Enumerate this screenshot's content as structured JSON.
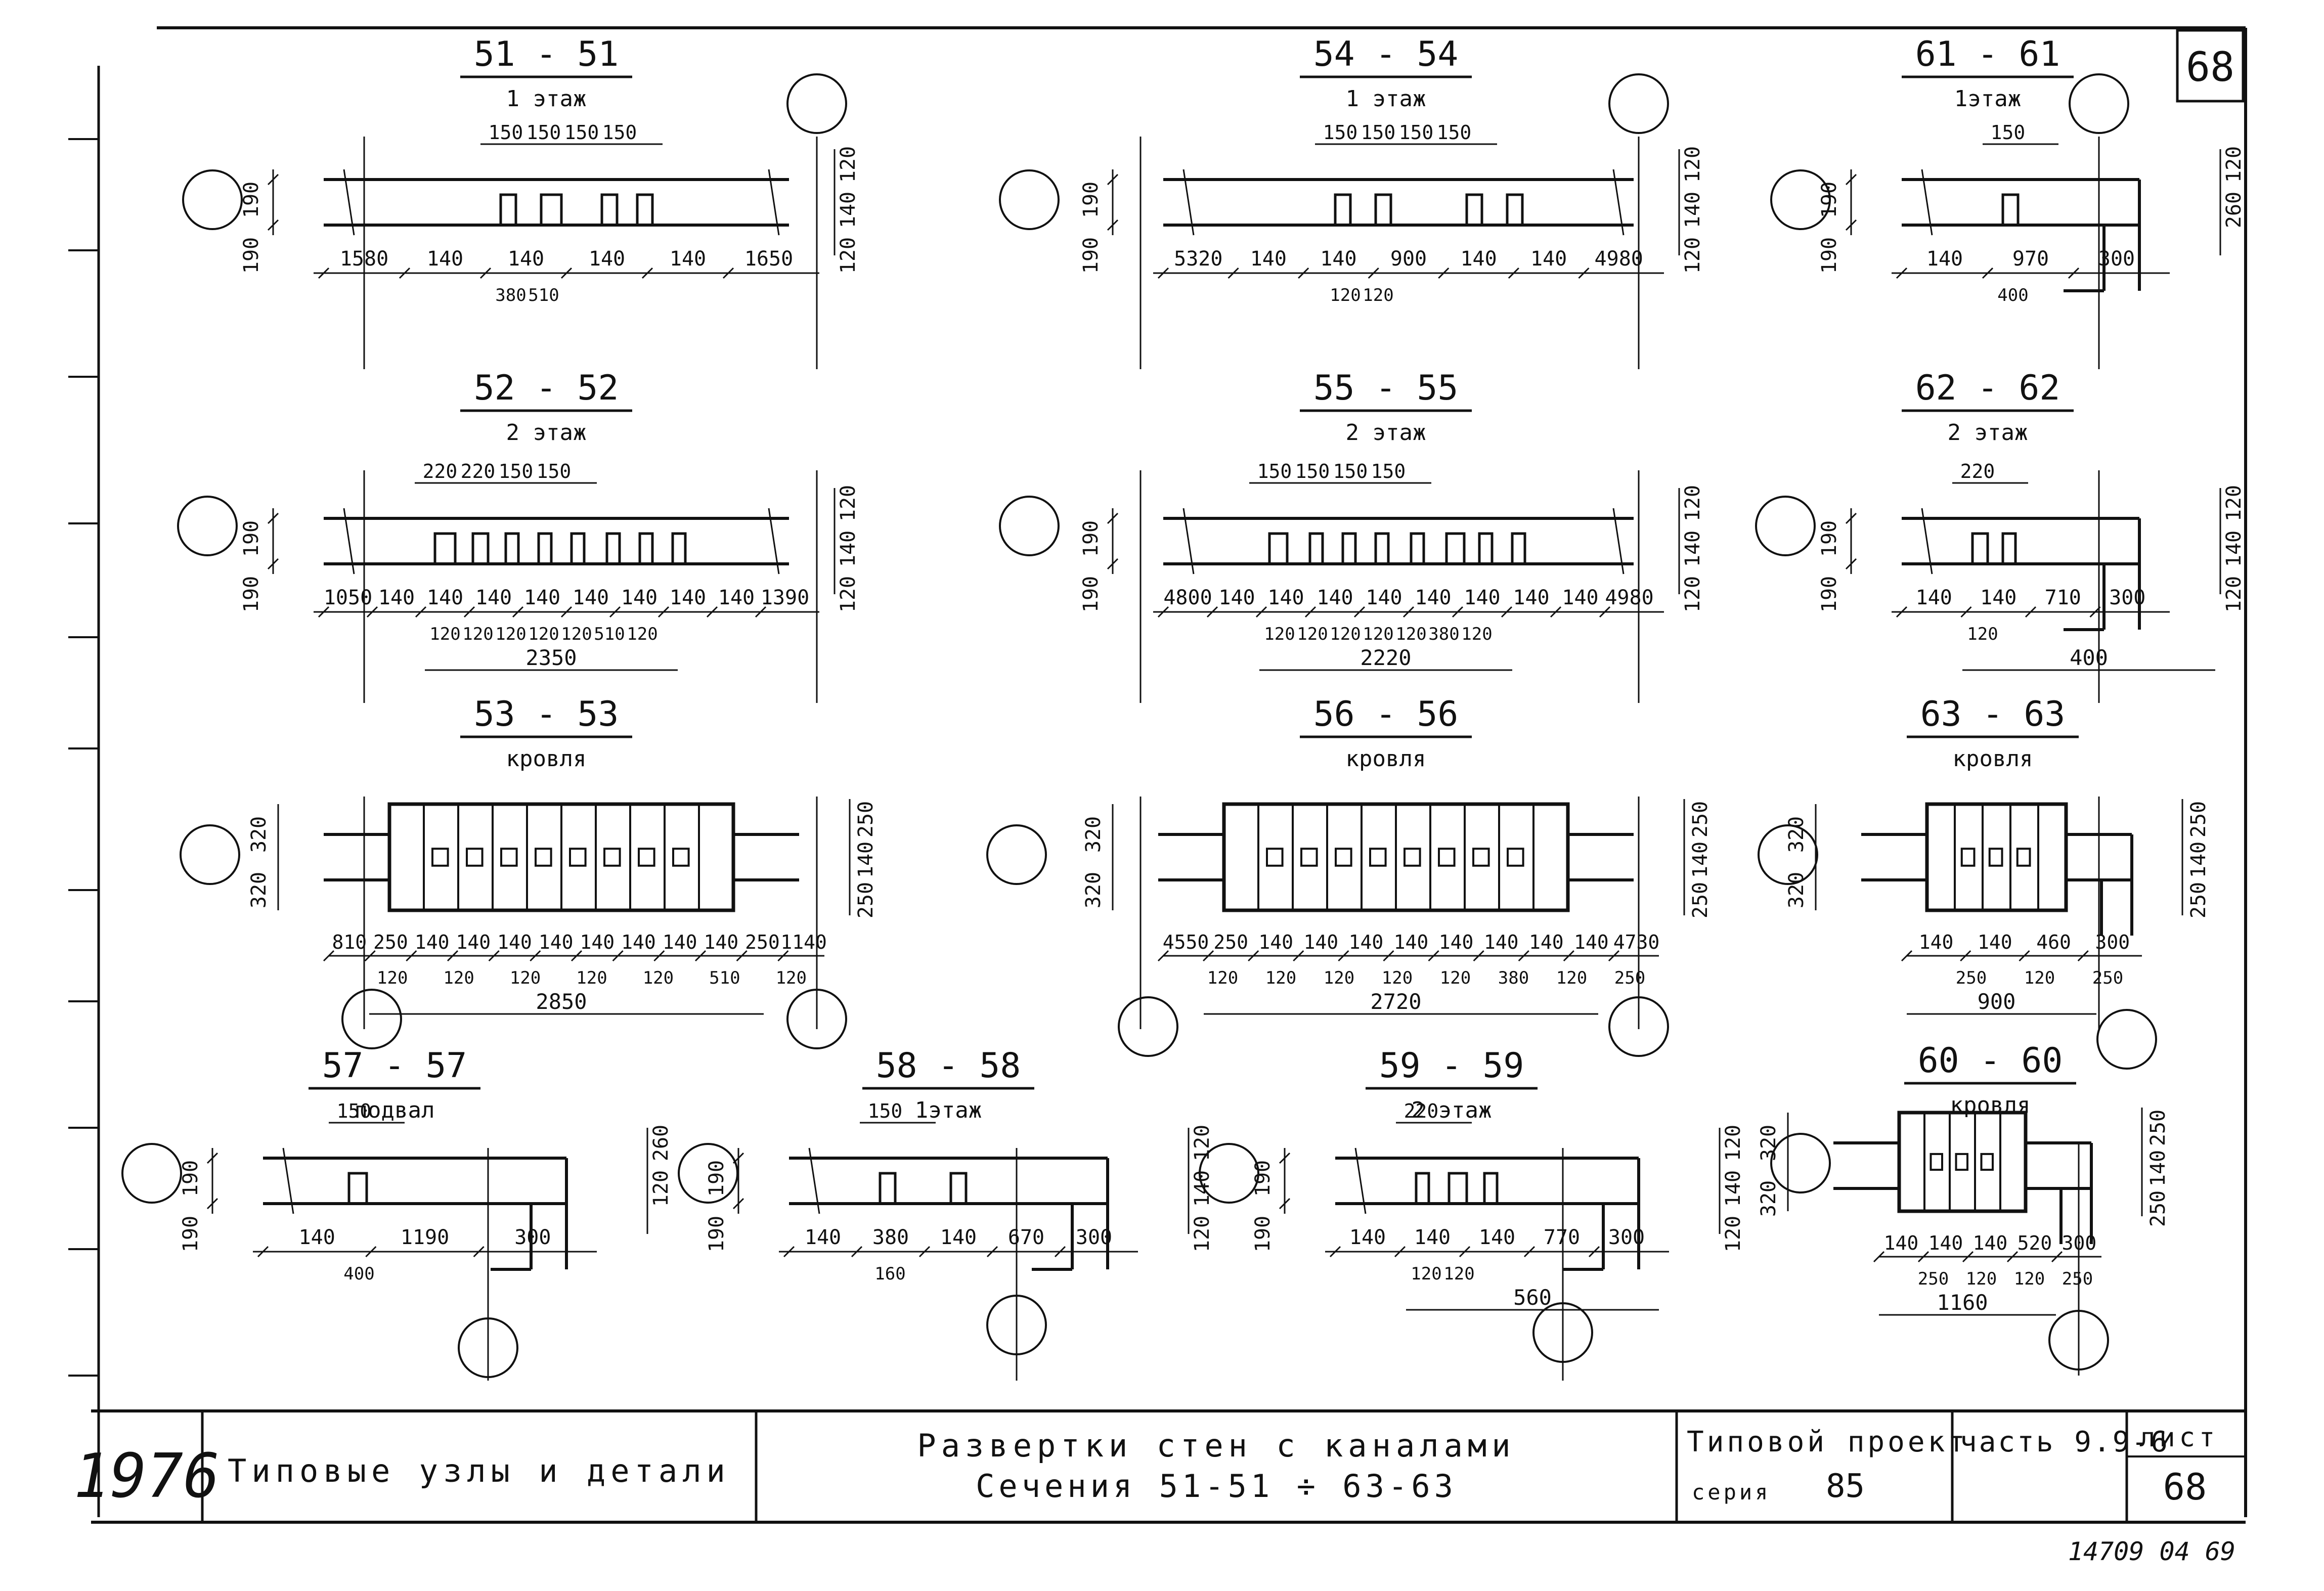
{
  "sheet": {
    "sheet_number_corner": "68",
    "footer_code": "14709 04 69"
  },
  "title_block": {
    "year": "1976",
    "subject": "Типовые узлы и детали",
    "drawing_title_line1": "Развертки стен с каналами",
    "drawing_title_line2": "Сечения 51-51 ÷ 63-63",
    "project_label": "Типовой проект",
    "series_label": "серия",
    "series_value": "85",
    "part_label": "часть 9.9-6",
    "sheet_label": "лист",
    "sheet_value": "68"
  },
  "sections": [
    {
      "id": "s51",
      "title": "51 - 51",
      "floor": "1 этаж",
      "dims_top": [
        "150",
        "150",
        "150",
        "150"
      ],
      "dims_side_left": [
        "190",
        "190"
      ],
      "dims_side_right": [
        "120",
        "140",
        "120"
      ],
      "dims_bottom": [
        "1580",
        "140",
        "140",
        "140",
        "140",
        "1650"
      ],
      "dims_bottom2": [
        "380",
        "510"
      ]
    },
    {
      "id": "s54",
      "title": "54 - 54",
      "floor": "1 этаж",
      "dims_top": [
        "150",
        "150",
        "150",
        "150"
      ],
      "dims_side_left": [
        "190",
        "190"
      ],
      "dims_side_right": [
        "120",
        "140",
        "120"
      ],
      "dims_bottom": [
        "5320",
        "140",
        "140",
        "900",
        "140",
        "140",
        "4980"
      ],
      "dims_bottom2": [
        "120",
        "120"
      ]
    },
    {
      "id": "s61",
      "title": "61 - 61",
      "floor": "1этаж",
      "dims_top": [
        "150"
      ],
      "dims_side_left": [
        "190",
        "190"
      ],
      "dims_side_right": [
        "120",
        "260"
      ],
      "dims_bottom": [
        "140",
        "970",
        "300"
      ],
      "dims_bottom2": [
        "400"
      ]
    },
    {
      "id": "s52",
      "title": "52 - 52",
      "floor": "2 этаж",
      "dims_top": [
        "220",
        "220",
        "150",
        "150"
      ],
      "dims_side_left": [
        "190",
        "190"
      ],
      "dims_side_right": [
        "120",
        "140",
        "120"
      ],
      "dims_bottom": [
        "1050",
        "140",
        "140",
        "140",
        "140",
        "140",
        "140",
        "140",
        "140",
        "1390"
      ],
      "dims_bottom2": [
        "120",
        "120",
        "120",
        "120",
        "120",
        "510",
        "120"
      ],
      "dims_total": "2350"
    },
    {
      "id": "s55",
      "title": "55 - 55",
      "floor": "2 этаж",
      "dims_top": [
        "150",
        "150",
        "150",
        "150"
      ],
      "dims_side_left": [
        "190",
        "190"
      ],
      "dims_side_right": [
        "120",
        "140",
        "120"
      ],
      "dims_bottom": [
        "4800",
        "140",
        "140",
        "140",
        "140",
        "140",
        "140",
        "140",
        "140",
        "4980"
      ],
      "dims_bottom2": [
        "120",
        "120",
        "120",
        "120",
        "120",
        "380",
        "120"
      ],
      "dims_total": "2220"
    },
    {
      "id": "s62",
      "title": "62 - 62",
      "floor": "2 этаж",
      "dims_top": [
        "220"
      ],
      "dims_side_left": [
        "190",
        "190"
      ],
      "dims_side_right": [
        "120",
        "140",
        "120"
      ],
      "dims_bottom": [
        "140",
        "140",
        "710",
        "300"
      ],
      "dims_bottom2": [
        "120"
      ],
      "dims_total": "400"
    },
    {
      "id": "s53",
      "title": "53 - 53",
      "floor": "кровля",
      "dims_side_left": [
        "320",
        "320"
      ],
      "dims_side_right": [
        "250",
        "140",
        "250"
      ],
      "dims_bottom": [
        "810",
        "250",
        "140",
        "140",
        "140",
        "140",
        "140",
        "140",
        "140",
        "140",
        "250",
        "1140"
      ],
      "dims_bottom2": [
        "120",
        "120",
        "120",
        "120",
        "120",
        "510",
        "120"
      ],
      "dims_total": "2850"
    },
    {
      "id": "s56",
      "title": "56 - 56",
      "floor": "кровля",
      "dims_side_left": [
        "320",
        "320"
      ],
      "dims_side_right": [
        "250",
        "140",
        "250"
      ],
      "dims_bottom": [
        "4550",
        "250",
        "140",
        "140",
        "140",
        "140",
        "140",
        "140",
        "140",
        "140",
        "4730"
      ],
      "dims_bottom2": [
        "120",
        "120",
        "120",
        "120",
        "120",
        "380",
        "120",
        "250"
      ],
      "dims_total": "2720"
    },
    {
      "id": "s63",
      "title": "63 - 63",
      "floor": "кровля",
      "dims_side_left": [
        "320",
        "320"
      ],
      "dims_side_right": [
        "250",
        "140",
        "250"
      ],
      "dims_bottom": [
        "140",
        "140",
        "460",
        "300"
      ],
      "dims_bottom2": [
        "250",
        "120",
        "250"
      ],
      "dims_total": "900"
    },
    {
      "id": "s57",
      "title": "57 - 57",
      "floor": "подвал",
      "dims_top": [
        "150"
      ],
      "dims_side_left": [
        "190",
        "190"
      ],
      "dims_side_right": [
        "260",
        "120"
      ],
      "dims_bottom": [
        "140",
        "1190",
        "300"
      ],
      "dims_bottom2": [
        "400"
      ]
    },
    {
      "id": "s58",
      "title": "58 - 58",
      "floor": "1этаж",
      "dims_top": [
        "150"
      ],
      "dims_side_left": [
        "190",
        "190"
      ],
      "dims_side_right": [
        "120",
        "140",
        "120"
      ],
      "dims_bottom": [
        "140",
        "380",
        "140",
        "670",
        "300"
      ],
      "dims_bottom2": [
        "160"
      ]
    },
    {
      "id": "s59",
      "title": "59 - 59",
      "floor": "2 этаж",
      "dims_top": [
        "220"
      ],
      "dims_side_left": [
        "190",
        "190"
      ],
      "dims_side_right": [
        "120",
        "140",
        "120"
      ],
      "dims_bottom": [
        "140",
        "140",
        "140",
        "770",
        "300"
      ],
      "dims_bottom2": [
        "120",
        "120"
      ],
      "dims_total": "560"
    },
    {
      "id": "s60",
      "title": "60 - 60",
      "floor": "кровля",
      "dims_side_left": [
        "320",
        "320"
      ],
      "dims_side_right": [
        "250",
        "140",
        "250"
      ],
      "dims_bottom": [
        "140",
        "140",
        "140",
        "520",
        "300"
      ],
      "dims_bottom2": [
        "250",
        "120",
        "120",
        "250"
      ],
      "dims_total": "1160"
    }
  ]
}
